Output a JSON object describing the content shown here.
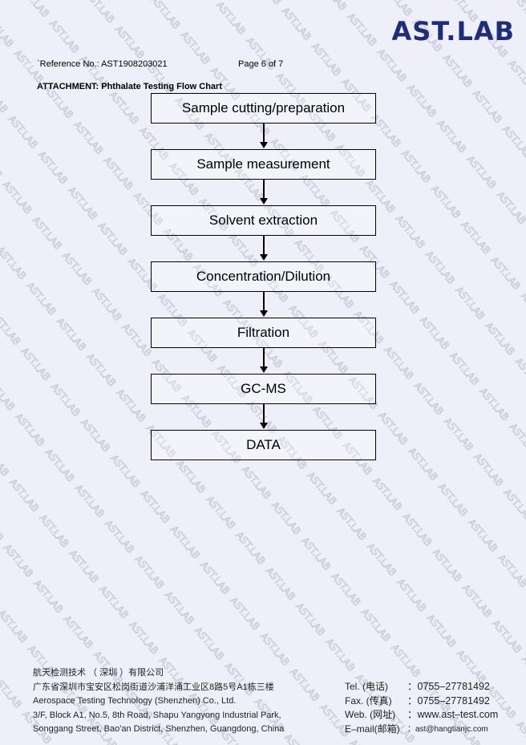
{
  "header": {
    "logo_text": "AST.LAB",
    "reference": "`Reference No.: AST1908203021",
    "page": "Page 6 of  7",
    "attachment_title": "ATTACHMENT: Phthalate Testing Flow Chart"
  },
  "flow_steps": [
    "Sample cutting/preparation",
    "Sample measurement",
    "Solvent extraction",
    "Concentration/Dilution",
    "Filtration",
    "GC-MS",
    "DATA"
  ],
  "footer": {
    "company_cn": "航天检测技术 （ 深圳 ）有限公司",
    "address_cn": "广东省深圳市宝安区松岗街道沙浦洋涌工业区8路5号A1栋三楼",
    "company_en": "Aerospace Testing Technology (Shenzhen) Co., Ltd.",
    "address_en_1": "3/F, Block A1, No.5, 8th Road, Shapu Yangyong Industrial Park,",
    "address_en_2": "Songgang Street, Bao'an District, Shenzhen, Guangdong, China",
    "tel_label": "Tel. (电话)",
    "tel_value": "：0755–27781492",
    "fax_label": "Fax. (传真)",
    "fax_value": "：0755–27781492",
    "web_label": "Web. (网址)",
    "web_value": "：www.ast–test.com",
    "email_label": "E–mail(邮箱)",
    "email_value": "：ast@hangtianjc.com"
  },
  "colors": {
    "background": "#efeff9",
    "logo": "#1f2d77",
    "watermark": "#c9c9d8"
  }
}
